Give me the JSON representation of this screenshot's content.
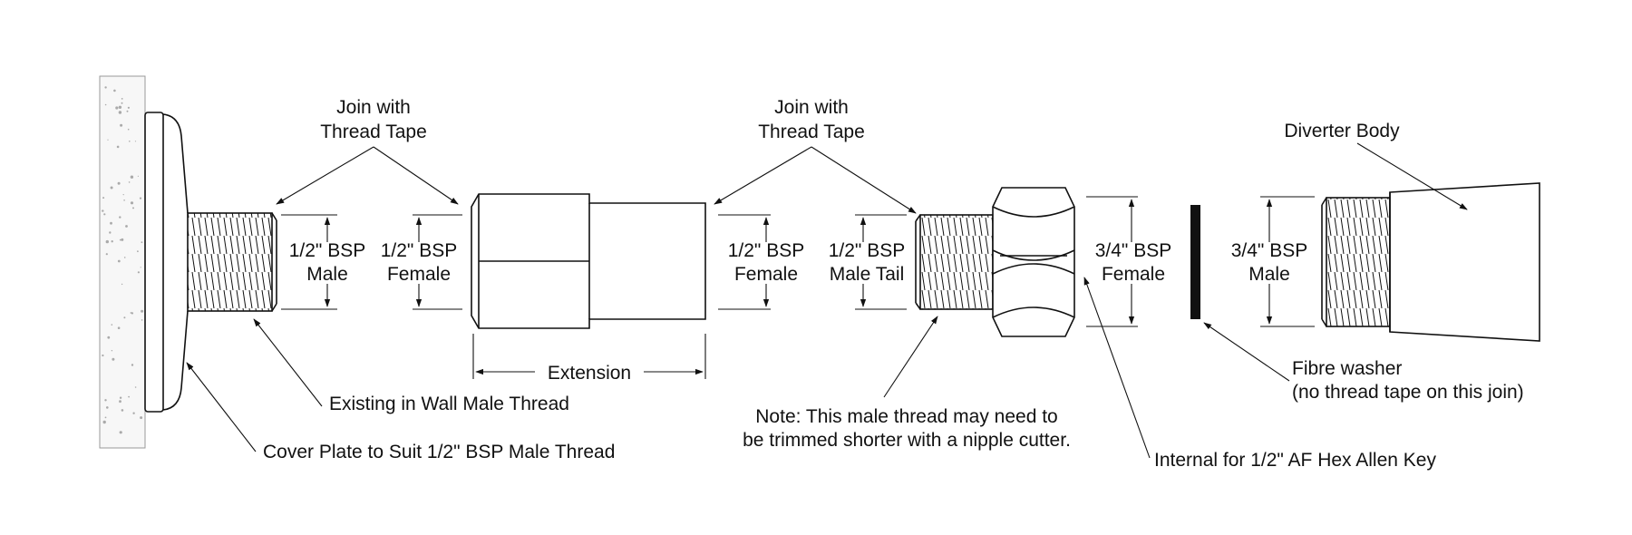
{
  "labels": {
    "join_left_1": "Join with",
    "join_left_2": "Thread Tape",
    "join_right_1": "Join with",
    "join_right_2": "Thread Tape",
    "diverter_body": "Diverter Body",
    "male_half_1": "1/2\" BSP",
    "male_half_2": "Male",
    "female_half_a_1": "1/2\" BSP",
    "female_half_a_2": "Female",
    "female_half_b_1": "1/2\" BSP",
    "female_half_b_2": "Female",
    "male_tail_1": "1/2\" BSP",
    "male_tail_2": "Male Tail",
    "female_three_q_1": "3/4\" BSP",
    "female_three_q_2": "Female",
    "male_three_q_1": "3/4\" BSP",
    "male_three_q_2": "Male",
    "extension": "Extension",
    "existing_thread": "Existing in Wall Male Thread",
    "cover_plate": "Cover Plate to Suit 1/2\" BSP Male Thread",
    "note_1": "Note: This male thread may need to",
    "note_2": "be trimmed shorter with a nipple cutter.",
    "fibre_washer_1": "Fibre washer",
    "fibre_washer_2": "(no thread tape on this join)",
    "allen_key": "Internal for 1/2\" AF Hex Allen Key"
  }
}
